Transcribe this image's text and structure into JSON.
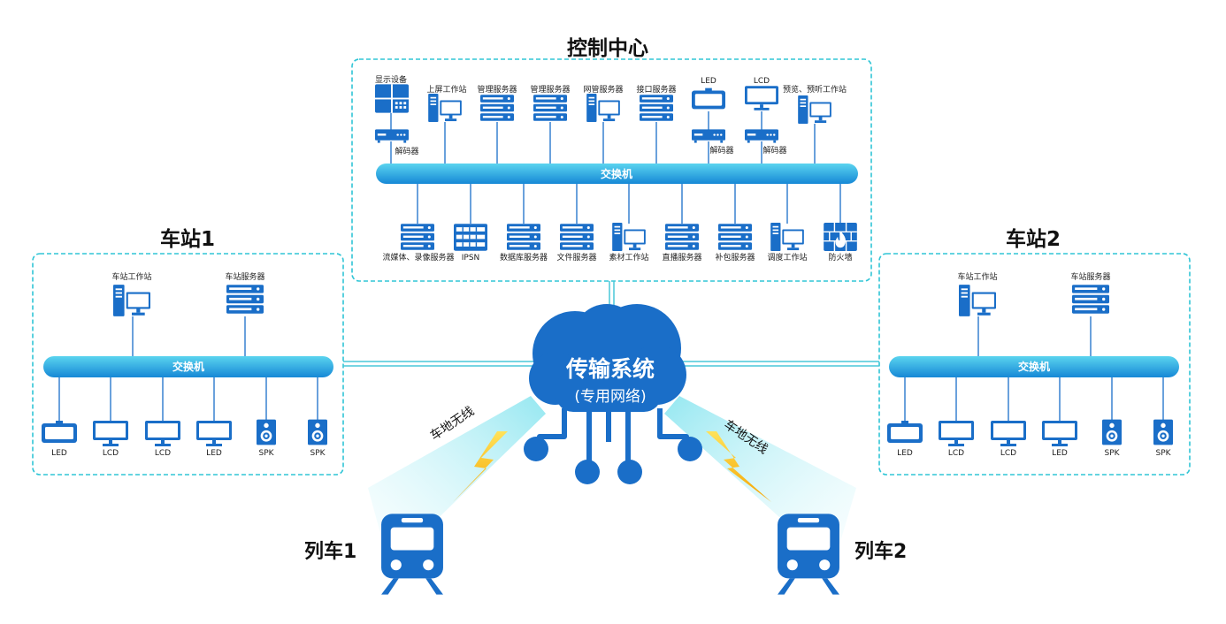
{
  "control_center": {
    "title": "控制中心",
    "switch_label": "交换机",
    "top_devices": [
      "显示设备",
      "上屏工作站",
      "管理服务器",
      "管理服务器",
      "网管服务器",
      "接口服务器",
      "LED",
      "LCD",
      "预览、预听工作站"
    ],
    "decoder_label": "解码器",
    "bottom_devices": [
      "流媒体、录像服务器",
      "IPSN",
      "数据库服务器",
      "文件服务器",
      "素材工作站",
      "直播服务器",
      "补包服务器",
      "调度工作站",
      "防火墙"
    ]
  },
  "station1": {
    "title": "车站1",
    "workstation_label": "车站工作站",
    "server_label": "车站服务器",
    "switch_label": "交换机",
    "terminals": [
      "LED",
      "LCD",
      "LCD",
      "LED",
      "SPK",
      "SPK"
    ]
  },
  "station2": {
    "title": "车站2",
    "workstation_label": "车站工作站",
    "server_label": "车站服务器",
    "switch_label": "交换机",
    "terminals": [
      "LED",
      "LCD",
      "LCD",
      "LED",
      "SPK",
      "SPK"
    ]
  },
  "cloud": {
    "title": "传输系统",
    "subtitle": "(专用网络)"
  },
  "wireless_label": "车地无线",
  "train1": "列车1",
  "train2": "列车2",
  "colors": {
    "primary": "#1a6ec8",
    "dashed_border": "#30c5d6",
    "switch_light": "#4fd0ec",
    "switch_dark": "#1a8fd8"
  }
}
